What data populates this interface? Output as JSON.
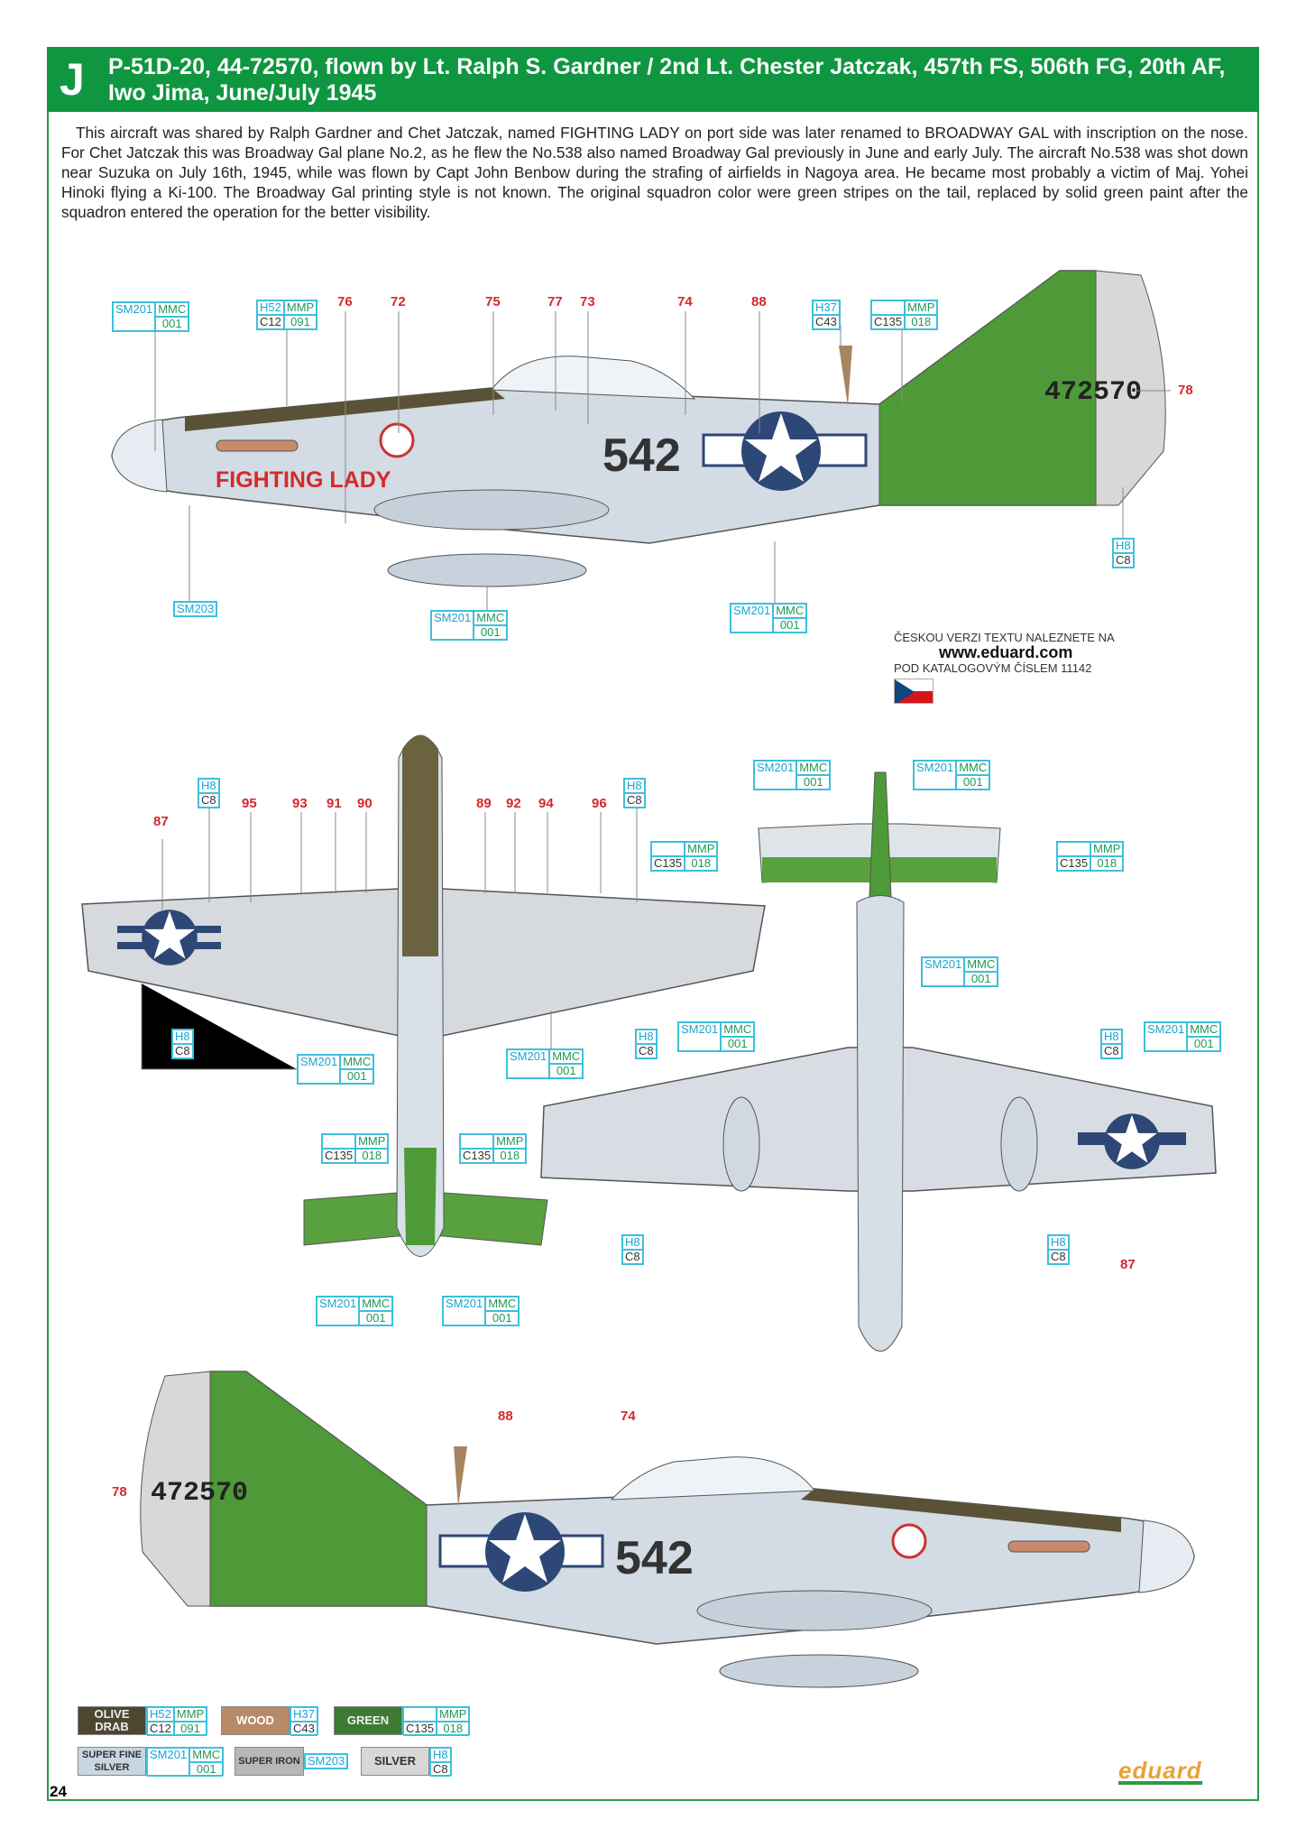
{
  "header": {
    "letter": "J",
    "title": "P-51D-20, 44-72570, flown by Lt. Ralph S. Gardner / 2nd Lt. Chester Jatczak, 457th FS, 506th FG, 20th AF, Iwo Jima, June/July 1945"
  },
  "description": "This aircraft was shared by Ralph Gardner and Chet Jatczak, named FIGHTING LADY on port side was later renamed to BROADWAY GAL with inscription on the nose. For Chet Jatczak this was Broadway Gal plane No.2, as he flew the No.538 also named Broadway Gal previously in June and early July. The aircraft No.538 was shot down near Suzuka on July 16th, 1945, while was flown by Capt John Benbow during the strafing of airfields in Nagoya area. He became most probably a victim of Maj. Yohei Hinoki flying a Ki-100. The Broadway Gal printing style is not known. The original squadron color were green stripes on the tail, replaced by solid green paint after the squadron entered the operation for the better visibility.",
  "codes": {
    "sm201": "SM201",
    "mmc": "MMC",
    "n001": "001",
    "h52": "H52",
    "mmp": "MMP",
    "c12": "C12",
    "n091": "091",
    "h37": "H37",
    "c43": "C43",
    "c135": "C135",
    "n018": "018",
    "h8": "H8",
    "c8": "C8",
    "sm203": "SM203"
  },
  "markers": {
    "m76": "76",
    "m72": "72",
    "m75": "75",
    "m77": "77",
    "m73": "73",
    "m74": "74",
    "m88": "88",
    "m78": "78",
    "m87": "87",
    "m95": "95",
    "m93": "93",
    "m91": "91",
    "m90": "90",
    "m89": "89",
    "m92": "92",
    "m94": "94",
    "m96": "96"
  },
  "markings": {
    "name": "FIGHTING LADY",
    "code": "542",
    "serial": "472570"
  },
  "czech": {
    "line1": "ČESKOU VERZI TEXTU NALEZNETE NA",
    "url": "www.eduard.com",
    "line2": "POD KATALOGOVÝM ČÍSLEM 11142"
  },
  "legend": {
    "olive": "OLIVE DRAB",
    "wood": "WOOD",
    "green": "GREEN",
    "sfs": "SUPER FINE SILVER",
    "iron": "SUPER IRON",
    "silver": "SILVER"
  },
  "colors": {
    "olive": "#4d4631",
    "wood": "#b98a6a",
    "green": "#3f7a32",
    "sfs": "#c9d6e2",
    "iron": "#b7b7b7",
    "silver": "#d7d7d7",
    "brand": "#0f9640"
  },
  "page_number": "24",
  "logo": "eduard"
}
